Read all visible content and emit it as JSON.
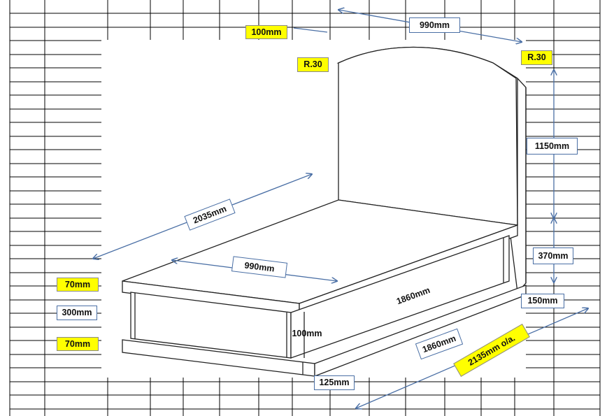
{
  "labels": {
    "top_width": "990mm",
    "thickness": "100mm",
    "radius_left": "R.30",
    "radius_right": "R.30",
    "headboard_height": "1150mm",
    "side_height": "370mm",
    "back_offset": "150mm",
    "overall_length": "2035mm",
    "top_width_2": "990mm",
    "top_length": "1860mm",
    "base_length": "1860mm",
    "overall_diagonal": "2135mm o/a.",
    "front_height": "100mm",
    "plinth_offset": "125mm",
    "layer_top": "70mm",
    "layer_middle": "300mm",
    "layer_bottom": "70mm"
  },
  "colors": {
    "highlight": "#ffff00",
    "arrow": "#4a6fa5",
    "grid": "#000000",
    "outline": "#222222"
  }
}
